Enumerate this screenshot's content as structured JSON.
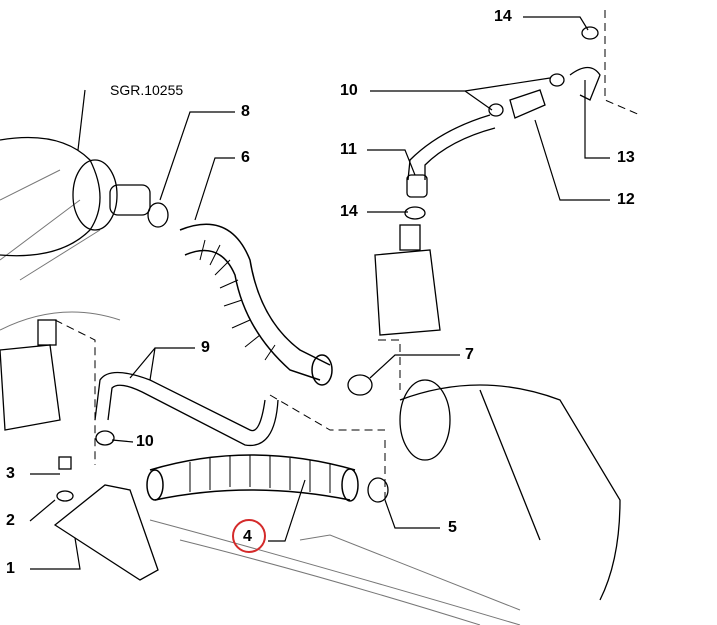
{
  "reference": "SGR.10255",
  "callouts": [
    {
      "id": "c14a",
      "text": "14"
    },
    {
      "id": "c10a",
      "text": "10"
    },
    {
      "id": "c11",
      "text": "11"
    },
    {
      "id": "c14b",
      "text": "14"
    },
    {
      "id": "c13",
      "text": "13"
    },
    {
      "id": "c12",
      "text": "12"
    },
    {
      "id": "c8",
      "text": "8"
    },
    {
      "id": "c6",
      "text": "6"
    },
    {
      "id": "c9",
      "text": "9"
    },
    {
      "id": "c7",
      "text": "7"
    },
    {
      "id": "c10b",
      "text": "10"
    },
    {
      "id": "c3",
      "text": "3"
    },
    {
      "id": "c2",
      "text": "2"
    },
    {
      "id": "c1",
      "text": "1"
    },
    {
      "id": "c4",
      "text": "4"
    },
    {
      "id": "c5",
      "text": "5"
    }
  ],
  "highlight_color": "#d42a2a"
}
